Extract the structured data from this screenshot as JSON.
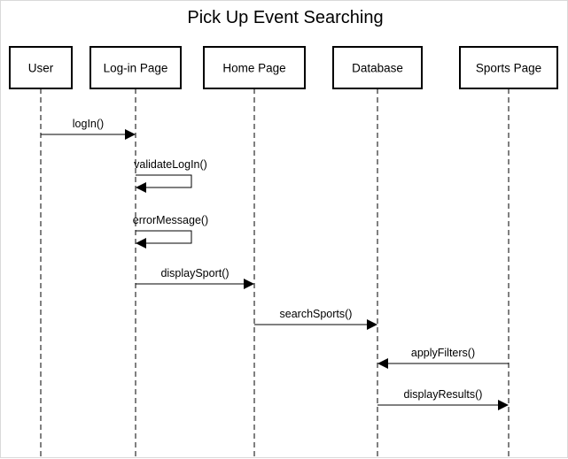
{
  "diagram": {
    "title": "Pick Up Event Searching",
    "participants": [
      {
        "id": "user",
        "label": "User"
      },
      {
        "id": "login",
        "label": "Log-in Page"
      },
      {
        "id": "home",
        "label": "Home Page"
      },
      {
        "id": "db",
        "label": "Database"
      },
      {
        "id": "sports",
        "label": "Sports Page"
      }
    ],
    "messages": [
      {
        "from": "user",
        "to": "login",
        "label": "logIn()"
      },
      {
        "from": "login",
        "to": "login",
        "label": "validateLogIn()"
      },
      {
        "from": "login",
        "to": "login",
        "label": "errorMessage()"
      },
      {
        "from": "login",
        "to": "home",
        "label": "displaySport()"
      },
      {
        "from": "home",
        "to": "db",
        "label": "searchSports()"
      },
      {
        "from": "sports",
        "to": "db",
        "label": "applyFilters()"
      },
      {
        "from": "db",
        "to": "sports",
        "label": "displayResults()"
      }
    ],
    "colors": {
      "line": "#000000",
      "background": "#ffffff"
    }
  }
}
